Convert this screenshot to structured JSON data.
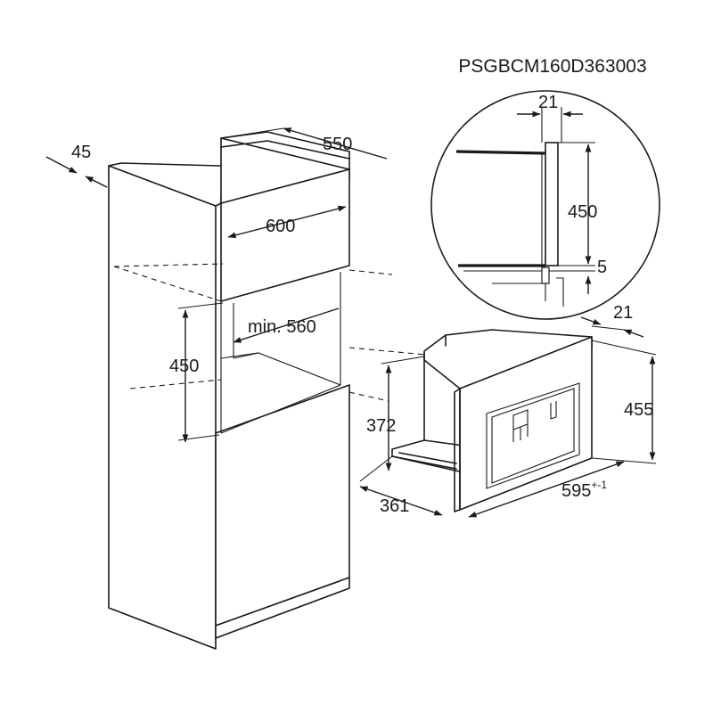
{
  "product_code": "PSGBCM160D363003",
  "dimensions": {
    "cabinet_side_depth": "45",
    "cabinet_depth": "550",
    "cabinet_width": "600",
    "niche_min_depth": "min. 560",
    "niche_height": "450",
    "appliance_body_height": "372",
    "appliance_body_depth": "361",
    "appliance_front_width": "595",
    "appliance_front_width_tolerance": "+-1",
    "appliance_front_height": "455",
    "appliance_front_thickness": "21"
  },
  "detail_view": {
    "front_thickness": "21",
    "front_height": "450",
    "gap": "5"
  }
}
